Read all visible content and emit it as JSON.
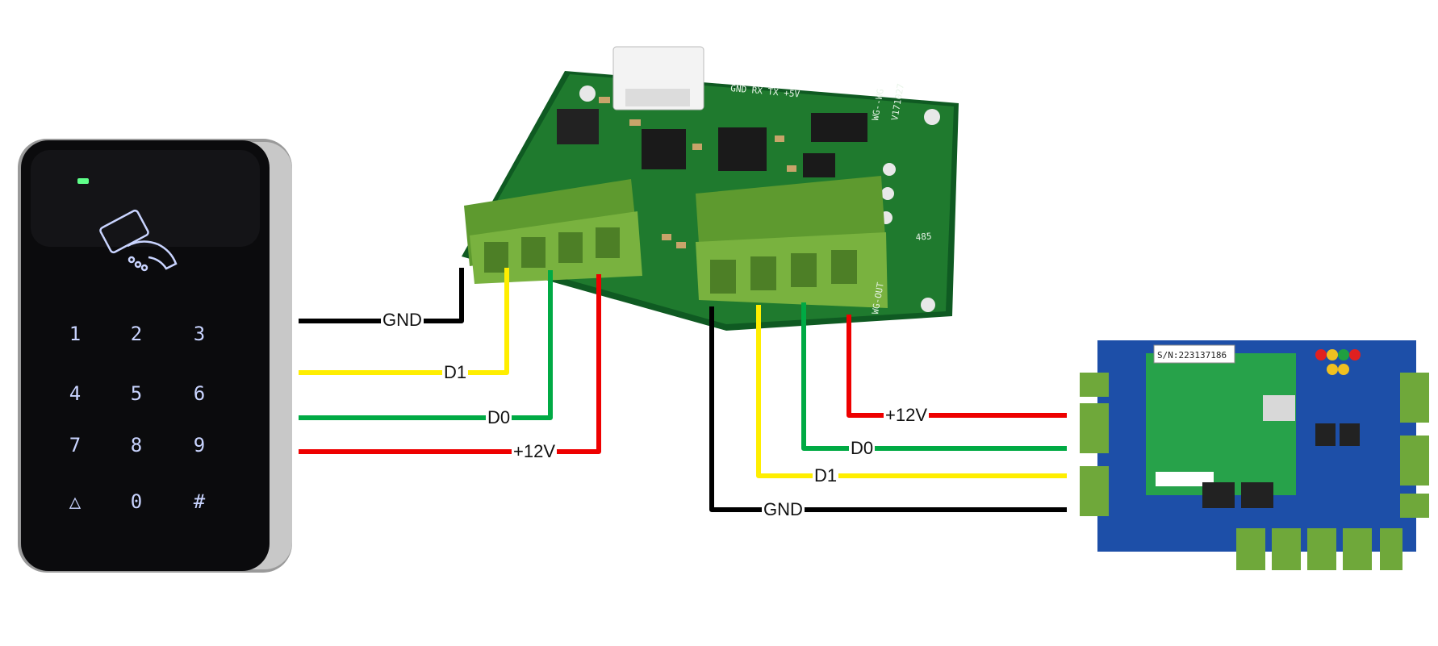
{
  "wire_labels": {
    "left_gnd": "GND",
    "left_d1": "D1",
    "left_d0": "D0",
    "left_12v": "+12V",
    "right_12v": "+12V",
    "right_d0": "D0",
    "right_d1": "D1",
    "right_gnd": "GND"
  },
  "keypad": {
    "keys": [
      "1",
      "2",
      "3",
      "4",
      "5",
      "6",
      "7",
      "8",
      "9",
      "△",
      "0",
      "#"
    ]
  },
  "converter_board": {
    "model": "WG--WG",
    "version": "V171027",
    "output_label": "WG-OUT",
    "rs485_label": "485",
    "header_pins": "GND RX TX +5V"
  },
  "controller_board": {
    "serial": "S/N:223137186"
  },
  "colors": {
    "gnd": "#000000",
    "d1": "#ffee00",
    "d0": "#00aa44",
    "power": "#ee0000",
    "pcb_green": "#1f7a2e",
    "pcb_blue": "#1d4fa8",
    "terminal_green": "#6fa83a"
  }
}
